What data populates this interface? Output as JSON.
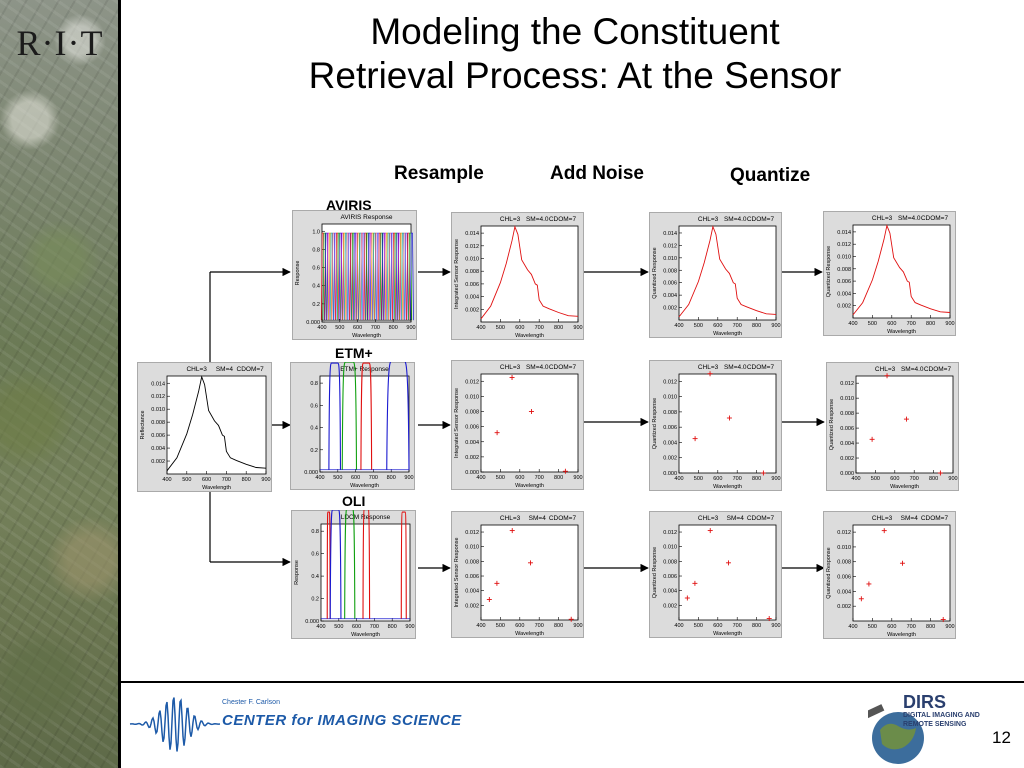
{
  "slide": {
    "title_line1": "Modeling the Constituent",
    "title_line2": "Retrieval Process:  At the Sensor",
    "logo": "R·I·T",
    "page_number": "12"
  },
  "stages": {
    "resample": "Resample",
    "add_noise": "Add Noise",
    "quantize": "Quantize"
  },
  "sensors": {
    "aviris": "AVIRIS",
    "etm": "ETM+",
    "oli": "OLI"
  },
  "footer": {
    "center_small": "Chester F. Carlson",
    "center_name": "CENTER for IMAGING SCIENCE",
    "dirs": "DIRS",
    "dirs_sub1": "DIGITAL IMAGING AND",
    "dirs_sub2": "REMOTE SENSING"
  },
  "colors": {
    "curve": "#e01010",
    "panel_bg": "#dcdcdc",
    "plot_bg": "#ffffff",
    "arrow": "#000000"
  },
  "chart_data": [
    {
      "type": "line",
      "id": "input-spectrum",
      "header": [
        "CHL=3",
        "SM=4",
        "CDOM=7"
      ],
      "xlabel": "Wavelength",
      "ylabel": "Reflectance",
      "xticks": [
        400,
        500,
        600,
        700,
        800,
        900
      ],
      "yticks": [
        0.002,
        0.004,
        0.006,
        0.008,
        0.01,
        0.012,
        0.014
      ],
      "color": "#000000",
      "x": [
        400,
        450,
        500,
        530,
        560,
        575,
        590,
        610,
        640,
        660,
        680,
        690,
        700,
        720,
        750,
        800,
        850,
        900
      ],
      "y": [
        0.0005,
        0.0025,
        0.0062,
        0.0092,
        0.0128,
        0.015,
        0.0138,
        0.0098,
        0.0082,
        0.0075,
        0.006,
        0.0058,
        0.0035,
        0.0025,
        0.0021,
        0.0015,
        0.001,
        0.0009
      ]
    },
    {
      "type": "line",
      "id": "aviris-response",
      "title": "AVIRIS Response",
      "xlabel": "Wavelength",
      "ylabel": "Response",
      "xticks": [
        400,
        500,
        600,
        700,
        800,
        900
      ],
      "yticks": [
        0.0,
        0.2,
        0.4,
        0.6,
        0.8,
        1.0
      ],
      "style": "dense-bands",
      "band_start": 405,
      "band_end": 905,
      "band_spacing": 10
    },
    {
      "type": "line",
      "id": "aviris-resampled",
      "header": [
        "CHL=3",
        "SM=4.0",
        "CDOM=7"
      ],
      "xlabel": "Wavelength",
      "ylabel": "Integrated Sensor Response",
      "xticks": [
        400,
        500,
        600,
        700,
        800,
        900
      ],
      "yticks": [
        0.002,
        0.004,
        0.006,
        0.008,
        0.01,
        0.012,
        0.014
      ],
      "color": "#e01010",
      "x": [
        400,
        450,
        500,
        530,
        560,
        575,
        590,
        610,
        640,
        660,
        680,
        690,
        700,
        720,
        750,
        800,
        850,
        900
      ],
      "y": [
        0.0005,
        0.0025,
        0.0062,
        0.0092,
        0.0128,
        0.015,
        0.0138,
        0.0098,
        0.0082,
        0.0075,
        0.006,
        0.0058,
        0.0035,
        0.0025,
        0.0021,
        0.0015,
        0.001,
        0.0009
      ]
    },
    {
      "type": "line",
      "id": "aviris-noise",
      "header": [
        "CHL=3",
        "SM=4.0",
        "CDOM=7"
      ],
      "xlabel": "Wavelength",
      "ylabel": "Quantized Response",
      "xticks": [
        400,
        500,
        600,
        700,
        800,
        900
      ],
      "yticks": [
        0.002,
        0.004,
        0.006,
        0.008,
        0.01,
        0.012,
        0.014
      ],
      "color": "#e01010",
      "x": [
        400,
        450,
        500,
        530,
        560,
        575,
        590,
        610,
        640,
        660,
        680,
        690,
        700,
        720,
        750,
        800,
        850,
        900
      ],
      "y": [
        0.0005,
        0.0025,
        0.0062,
        0.0092,
        0.0128,
        0.015,
        0.0138,
        0.0098,
        0.0082,
        0.0075,
        0.006,
        0.0058,
        0.0035,
        0.0025,
        0.0021,
        0.0015,
        0.001,
        0.0009
      ]
    },
    {
      "type": "line",
      "id": "aviris-quantized",
      "header": [
        "CHL=3",
        "SM=4.0",
        "CDOM=7"
      ],
      "xlabel": "Wavelength",
      "ylabel": "Quantized Response",
      "xticks": [
        400,
        500,
        600,
        700,
        800,
        900
      ],
      "yticks": [
        0.002,
        0.004,
        0.006,
        0.008,
        0.01,
        0.012,
        0.014
      ],
      "color": "#e01010",
      "x": [
        400,
        450,
        500,
        530,
        560,
        575,
        590,
        610,
        640,
        660,
        680,
        690,
        700,
        720,
        750,
        800,
        850,
        900
      ],
      "y": [
        0.0005,
        0.0025,
        0.0062,
        0.0092,
        0.0128,
        0.015,
        0.0138,
        0.0098,
        0.0082,
        0.0075,
        0.006,
        0.0058,
        0.0035,
        0.0025,
        0.0021,
        0.0015,
        0.001,
        0.0009
      ]
    },
    {
      "type": "line",
      "id": "etm-response",
      "title": "ETM+ Response",
      "xlabel": "Wavelength",
      "xticks": [
        400,
        500,
        600,
        700,
        800,
        900
      ],
      "yticks": [
        0.0,
        0.2,
        0.4,
        0.6,
        0.8
      ],
      "style": "bands",
      "bands": [
        {
          "lo": 450,
          "hi": 515,
          "peak": 0.98,
          "color": "#1a1ad0"
        },
        {
          "lo": 525,
          "hi": 605,
          "peak": 0.99,
          "color": "#10a010"
        },
        {
          "lo": 630,
          "hi": 690,
          "peak": 0.98,
          "color": "#e01010"
        },
        {
          "lo": 775,
          "hi": 900,
          "peak": 1.0,
          "color": "#1a1ad0"
        }
      ]
    },
    {
      "type": "scatter",
      "id": "etm-resampled",
      "header": [
        "CHL=3",
        "SM=4.0",
        "CDOM=7"
      ],
      "xlabel": "Wavelength",
      "ylabel": "Integrated Sensor Response",
      "xticks": [
        400,
        500,
        600,
        700,
        800,
        900
      ],
      "yticks": [
        0.0,
        0.002,
        0.004,
        0.006,
        0.008,
        0.01,
        0.012
      ],
      "color": "#e01010",
      "x": [
        483,
        560,
        660,
        835
      ],
      "y": [
        0.0052,
        0.0125,
        0.008,
        0.0001
      ]
    },
    {
      "type": "scatter",
      "id": "etm-noise",
      "header": [
        "CHL=3",
        "SM=4.0",
        "CDOM=7"
      ],
      "xlabel": "Wavelength",
      "ylabel": "Quantized Response",
      "xticks": [
        400,
        500,
        600,
        700,
        800,
        900
      ],
      "yticks": [
        0.0,
        0.002,
        0.004,
        0.006,
        0.008,
        0.01,
        0.012
      ],
      "color": "#e01010",
      "x": [
        483,
        560,
        660,
        835
      ],
      "y": [
        0.0045,
        0.013,
        0.0072,
        0.0
      ]
    },
    {
      "type": "scatter",
      "id": "etm-quantized",
      "header": [
        "CHL=3",
        "SM=4.0",
        "CDOM=7"
      ],
      "xlabel": "Wavelength",
      "ylabel": "Quantized Response",
      "xticks": [
        400,
        500,
        600,
        700,
        800,
        900
      ],
      "yticks": [
        0.0,
        0.002,
        0.004,
        0.006,
        0.008,
        0.01,
        0.012
      ],
      "color": "#e01010",
      "x": [
        483,
        560,
        660,
        835
      ],
      "y": [
        0.0045,
        0.013,
        0.0072,
        0.0
      ]
    },
    {
      "type": "line",
      "id": "oli-response",
      "title": "LDCM Response",
      "xlabel": "Wavelength",
      "ylabel": "Response",
      "xticks": [
        400,
        500,
        600,
        700,
        800,
        900
      ],
      "yticks": [
        0.0,
        0.2,
        0.4,
        0.6,
        0.8
      ],
      "style": "bands",
      "bands": [
        {
          "lo": 435,
          "hi": 451,
          "peak": 0.97,
          "color": "#e01010"
        },
        {
          "lo": 452,
          "hi": 512,
          "peak": 0.99,
          "color": "#1a1ad0"
        },
        {
          "lo": 533,
          "hi": 590,
          "peak": 1.0,
          "color": "#10a010"
        },
        {
          "lo": 636,
          "hi": 673,
          "peak": 1.0,
          "color": "#e01010"
        },
        {
          "lo": 851,
          "hi": 879,
          "peak": 0.97,
          "color": "#e01010"
        }
      ]
    },
    {
      "type": "scatter",
      "id": "oli-resampled",
      "header": [
        "CHL=3",
        "SM=4",
        "CDOM=7"
      ],
      "xlabel": "Wavelength",
      "ylabel": "Integrated Sensor Response",
      "xticks": [
        400,
        500,
        600,
        700,
        800,
        900
      ],
      "yticks": [
        0.002,
        0.004,
        0.006,
        0.008,
        0.01,
        0.012
      ],
      "color": "#e01010",
      "x": [
        443,
        482,
        561,
        655,
        865
      ],
      "y": [
        0.0028,
        0.005,
        0.0122,
        0.0078,
        0.0001
      ]
    },
    {
      "type": "scatter",
      "id": "oli-noise",
      "header": [
        "CHL=3",
        "SM=4",
        "CDOM=7"
      ],
      "xlabel": "Wavelength",
      "ylabel": "Quantized Response",
      "xticks": [
        400,
        500,
        600,
        700,
        800,
        900
      ],
      "yticks": [
        0.002,
        0.004,
        0.006,
        0.008,
        0.01,
        0.012
      ],
      "color": "#e01010",
      "x": [
        443,
        482,
        561,
        655,
        865
      ],
      "y": [
        0.003,
        0.005,
        0.0122,
        0.0078,
        0.0002
      ]
    },
    {
      "type": "scatter",
      "id": "oli-quantized",
      "header": [
        "CHL=3",
        "SM=4",
        "CDOM=7"
      ],
      "xlabel": "Wavelength",
      "ylabel": "Quantized Response",
      "xticks": [
        400,
        500,
        600,
        700,
        800,
        900
      ],
      "yticks": [
        0.002,
        0.004,
        0.006,
        0.008,
        0.01,
        0.012
      ],
      "color": "#e01010",
      "x": [
        443,
        482,
        561,
        655,
        865
      ],
      "y": [
        0.003,
        0.005,
        0.0122,
        0.0078,
        0.0002
      ]
    }
  ]
}
